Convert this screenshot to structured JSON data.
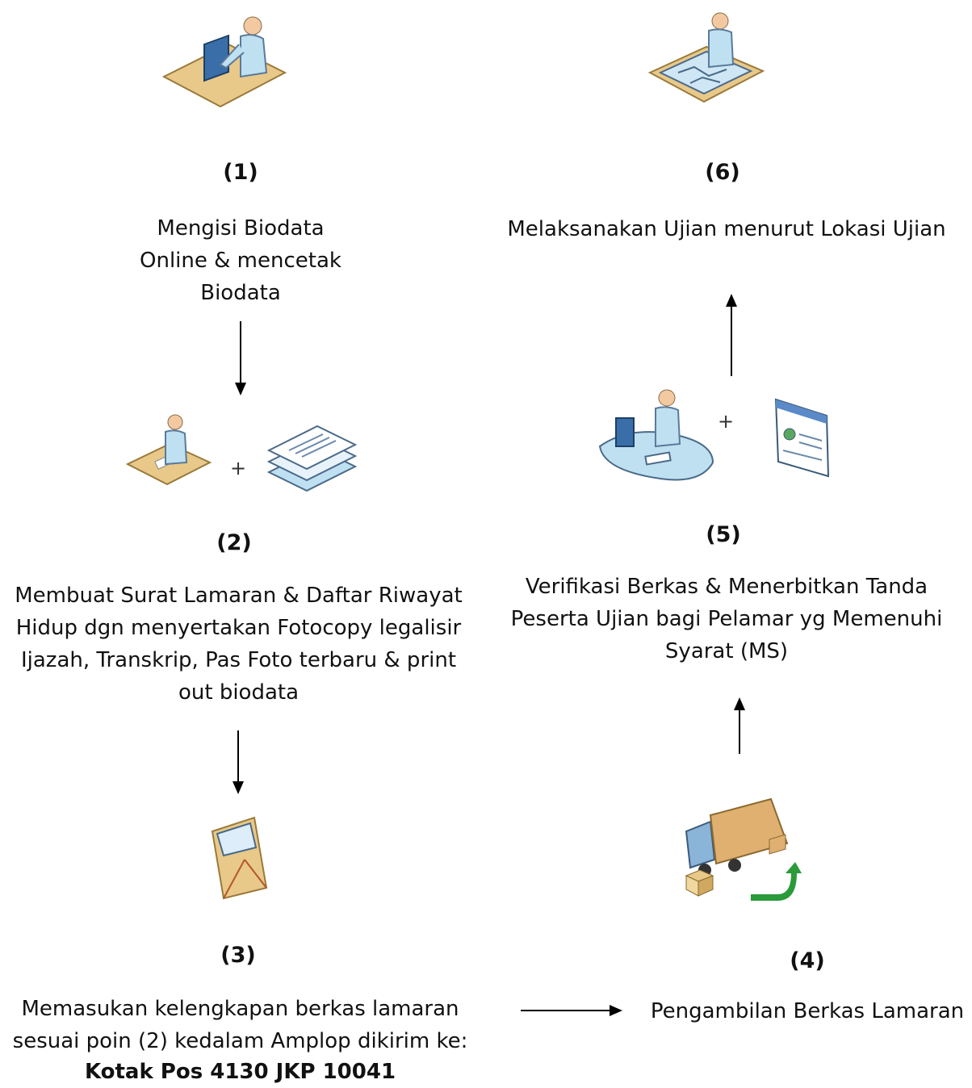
{
  "steps": [
    {
      "number": "(1)",
      "lines": [
        "Mengisi Biodata",
        "Online & mencetak",
        "Biodata"
      ]
    },
    {
      "number": "(2)",
      "lines": [
        "Membuat Surat Lamaran & Daftar Riwayat",
        "Hidup dgn menyertakan Fotocopy legalisir",
        "Ijazah, Transkrip, Pas Foto terbaru & print",
        "out biodata"
      ]
    },
    {
      "number": "(3)",
      "lines": [
        "Memasukan kelengkapan berkas lamaran",
        "sesuai poin (2)  kedalam Amplop dikirim ke:"
      ],
      "address": "Kotak Pos 4130 JKP 10041"
    },
    {
      "number": "(4)",
      "lines": [
        "Pengambilan Berkas Lamaran"
      ]
    },
    {
      "number": "(5)",
      "lines": [
        "Verifikasi Berkas & Menerbitkan Tanda",
        "Peserta Ujian bagi Pelamar yg Memenuhi",
        "Syarat (MS)"
      ]
    },
    {
      "number": "(6)",
      "lines": [
        "Melaksanakan Ujian menurut Lokasi Ujian"
      ]
    }
  ],
  "plus_sign": "+",
  "icons": {
    "step1": "person-at-computer-icon",
    "step2": [
      "person-writing-at-desk-icon",
      "document-stack-icon"
    ],
    "step3": "envelope-icon",
    "step4": "delivery-truck-icon",
    "step5": [
      "person-at-workstation-icon",
      "web-page-icon"
    ],
    "step6": "person-at-map-table-icon"
  },
  "colors": {
    "person_shirt": "#bfe0f0",
    "desk": "#e8c98a",
    "arrow": "#000000",
    "truck_arrow": "#2a9a3a"
  }
}
